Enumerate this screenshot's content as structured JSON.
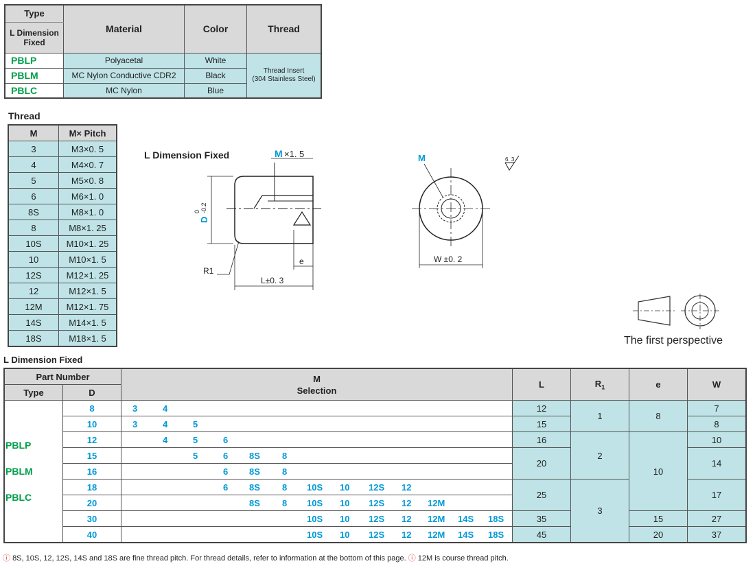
{
  "type_table": {
    "headers": {
      "type": "Type",
      "type_sub": "L Dimension Fixed",
      "material": "Material",
      "color": "Color",
      "thread": "Thread"
    },
    "rows": [
      {
        "type": "PBLP",
        "material": "Polyacetal",
        "color": "White"
      },
      {
        "type": "PBLM",
        "material": "MC Nylon Conductive CDR2",
        "color": "Black"
      },
      {
        "type": "PBLC",
        "material": "MC Nylon",
        "color": "Blue"
      }
    ],
    "thread_line1": "Thread Insert",
    "thread_line2": "(304 Stainless Steel)"
  },
  "thread_section": {
    "title": "Thread",
    "headers": {
      "m": "M",
      "pitch": "M× Pitch"
    },
    "rows": [
      {
        "m": "3",
        "pitch": "M3×0. 5"
      },
      {
        "m": "4",
        "pitch": "M4×0. 7"
      },
      {
        "m": "5",
        "pitch": "M5×0. 8"
      },
      {
        "m": "6",
        "pitch": "M6×1. 0"
      },
      {
        "m": "8S",
        "pitch": "M8×1. 0"
      },
      {
        "m": "8",
        "pitch": "M8×1. 25"
      },
      {
        "m": "10S",
        "pitch": "M10×1. 25"
      },
      {
        "m": "10",
        "pitch": "M10×1. 5"
      },
      {
        "m": "12S",
        "pitch": "M12×1. 25"
      },
      {
        "m": "12",
        "pitch": "M12×1. 5"
      },
      {
        "m": "12M",
        "pitch": "M12×1. 75"
      },
      {
        "m": "14S",
        "pitch": "M14×1. 5"
      },
      {
        "m": "18S",
        "pitch": "M18×1. 5"
      }
    ]
  },
  "drawing": {
    "title": "L Dimension Fixed",
    "m_pitch_m": "M",
    "m_pitch_rest": "×1. 5",
    "d_label": "D",
    "d_tol_upper": "0",
    "d_tol_lower": "-0.2",
    "r1": "R1",
    "e": "e",
    "l_dim": "L±0. 3",
    "m_label": "M",
    "w_dim": "W ±0. 2",
    "roughness": "6. 3",
    "perspective": "The first perspective"
  },
  "main_section": {
    "title": "L Dimension Fixed",
    "headers": {
      "part_number": "Part Number",
      "type": "Type",
      "d": "D",
      "m": "M",
      "selection": "Selection",
      "l": "L",
      "r1_base": "R",
      "r1_sub": "1",
      "e": "e",
      "w": "W"
    },
    "types": [
      "PBLP",
      "PBLM",
      "PBLC"
    ],
    "sel_cols": [
      "3",
      "4",
      "5",
      "6",
      "8S",
      "8",
      "10S",
      "10",
      "12S",
      "12",
      "12M",
      "14S",
      "18S"
    ],
    "rows": [
      {
        "d": "8",
        "sel": [
          "3",
          "4",
          "",
          "",
          "",
          "",
          "",
          "",
          "",
          "",
          "",
          "",
          ""
        ],
        "l": "12",
        "w": "7"
      },
      {
        "d": "10",
        "sel": [
          "3",
          "4",
          "5",
          "",
          "",
          "",
          "",
          "",
          "",
          "",
          "",
          "",
          ""
        ],
        "l": "15",
        "w": "8"
      },
      {
        "d": "12",
        "sel": [
          "",
          "4",
          "5",
          "6",
          "",
          "",
          "",
          "",
          "",
          "",
          "",
          "",
          ""
        ],
        "l": "16",
        "w": "10"
      },
      {
        "d": "15",
        "sel": [
          "",
          "",
          "5",
          "6",
          "8S",
          "8",
          "",
          "",
          "",
          "",
          "",
          "",
          ""
        ],
        "w": "14"
      },
      {
        "d": "16",
        "sel": [
          "",
          "",
          "",
          "6",
          "8S",
          "8",
          "",
          "",
          "",
          "",
          "",
          "",
          ""
        ]
      },
      {
        "d": "18",
        "sel": [
          "",
          "",
          "",
          "6",
          "8S",
          "8",
          "10S",
          "10",
          "12S",
          "12",
          "",
          "",
          ""
        ],
        "w": "17"
      },
      {
        "d": "20",
        "sel": [
          "",
          "",
          "",
          "",
          "8S",
          "8",
          "10S",
          "10",
          "12S",
          "12",
          "12M",
          "",
          ""
        ]
      },
      {
        "d": "30",
        "sel": [
          "",
          "",
          "",
          "",
          "",
          "",
          "10S",
          "10",
          "12S",
          "12",
          "12M",
          "14S",
          "18S"
        ],
        "l": "35",
        "e": "15",
        "w": "27"
      },
      {
        "d": "40",
        "sel": [
          "",
          "",
          "",
          "",
          "",
          "",
          "10S",
          "10",
          "12S",
          "12",
          "12M",
          "14S",
          "18S"
        ],
        "l": "45",
        "e": "20",
        "w": "37"
      }
    ],
    "merged": {
      "l_20": "20",
      "l_25": "25",
      "r1_1": "1",
      "r1_2": "2",
      "r1_3": "3",
      "e_8": "8",
      "e_10": "10"
    }
  },
  "footnote": {
    "part1": "8S, 10S, 12, 12S, 14S and 18S are fine thread pitch. For thread details, refer to information at the bottom of this page.",
    "part2": "12M is course thread pitch."
  },
  "colors": {
    "accent_blue": "#0099d6",
    "type_green": "#00a04a",
    "cell_blue": "#bfe3e6",
    "header_gray": "#d9d9d9"
  }
}
